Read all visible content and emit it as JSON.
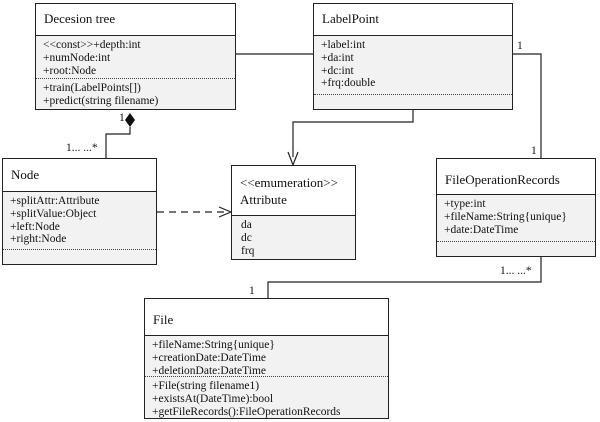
{
  "classes": {
    "decision_tree": {
      "name": "Decesion tree",
      "attributes": [
        "<<const>>+depth:int",
        "+numNode:int",
        "+root:Node"
      ],
      "operations": [
        "+train(LabelPoints[])",
        "+predict(string filename)"
      ]
    },
    "label_point": {
      "name": "LabelPoint",
      "attributes": [
        "+label:int",
        "+da:int",
        "+dc:int",
        "+frq:double"
      ]
    },
    "node": {
      "name": "Node",
      "attributes": [
        "+splitAttr:Attribute",
        "+splitValue:Object",
        "+left:Node",
        "+right:Node"
      ]
    },
    "attribute": {
      "stereotype": "<<emumeration>>",
      "name": "Attribute",
      "literals": [
        "da",
        "dc",
        "frq"
      ]
    },
    "file_operation_records": {
      "name": "FileOperationRecords",
      "attributes": [
        "+type:int",
        "+fileName:String{unique}",
        "+date:DateTime"
      ]
    },
    "file": {
      "name": "File",
      "attributes": [
        "+fileName:String{unique}",
        "+creationDate:DateTime",
        "+deletionDate:DateTime"
      ],
      "operations": [
        "+File(string filename1)",
        "+existsAt(DateTime):bool",
        "+getFileRecords():FileOperationRecords"
      ]
    }
  },
  "multiplicities": {
    "tree_side": "1",
    "node_side": "1... ...*",
    "labelpoint_side": "1",
    "records_top": "1",
    "records_bottom": "1... ...*",
    "file_side": "1"
  }
}
